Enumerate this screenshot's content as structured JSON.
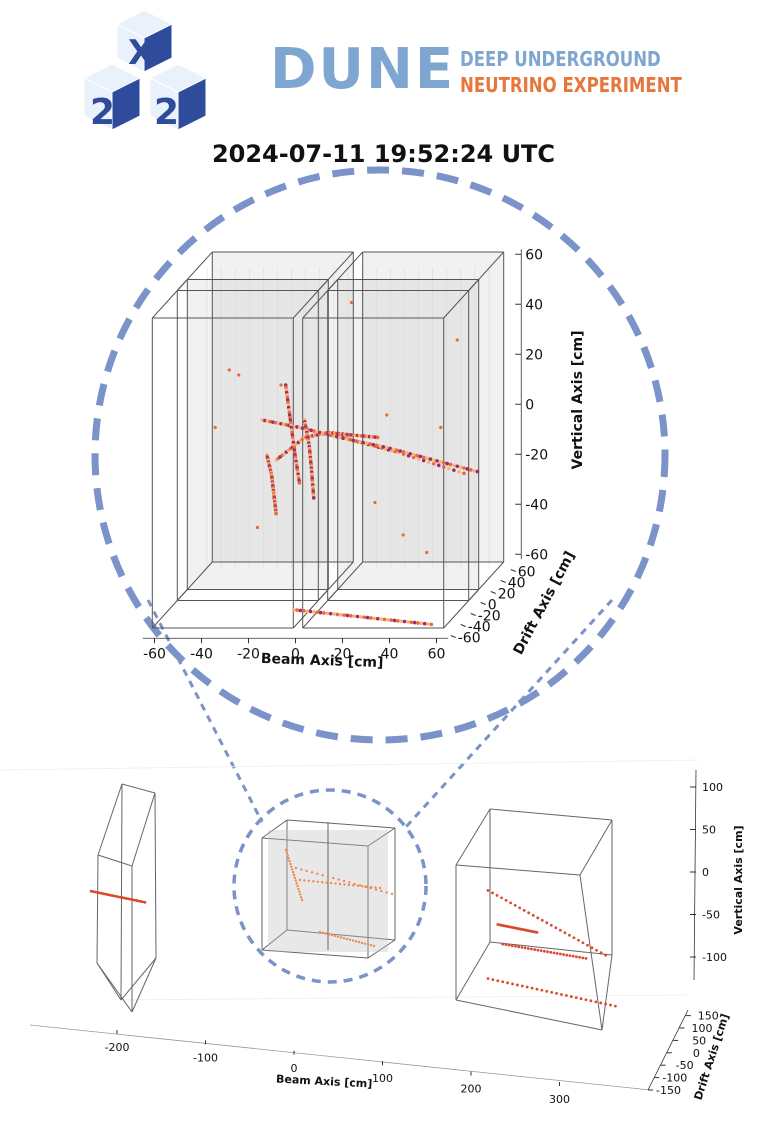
{
  "logos": {
    "x2_letters": [
      "X",
      "2",
      "2"
    ],
    "dune_mark": "DUNE",
    "dune_line1": "DEEP UNDERGROUND",
    "dune_line2": "NEUTRINO EXPERIMENT",
    "colors": {
      "x2_dark": "#2f4b9c",
      "x2_light": "#dbe7f5",
      "dune_blue": "#7ea6d1",
      "dune_orange": "#e8753a"
    }
  },
  "timestamp": "2024-07-11 19:52:24 UTC",
  "chart_data": [
    {
      "type": "scatter",
      "title": "",
      "view": "zoomed 3D event display",
      "xlabel": "Beam Axis [cm]",
      "ylabel": "Drift Axis [cm]",
      "zlabel": "Vertical Axis [cm]",
      "x_ticks": [
        -60,
        -40,
        -20,
        0,
        20,
        40,
        60
      ],
      "y_ticks": [
        -60,
        -40,
        -20,
        0,
        20,
        40,
        60
      ],
      "z_ticks": [
        -60,
        -40,
        -20,
        0,
        20,
        40,
        60
      ],
      "xlim": [
        -65,
        65
      ],
      "ylim": [
        -65,
        65
      ],
      "zlim": [
        -65,
        65
      ],
      "colors": {
        "hit_low": "#f5b577",
        "hit_mid": "#e86a3a",
        "hit_high": "#9b2c6e",
        "frame": "#7b93c8"
      },
      "tracks": [
        {
          "x": [
            -22,
            -10,
            0,
            10,
            30,
            60
          ],
          "y": [
            0,
            0,
            0,
            0,
            0,
            0
          ],
          "z": [
            -8,
            1,
            3,
            0,
            -5,
            -14
          ]
        },
        {
          "x": [
            -28,
            -12,
            5,
            25,
            45,
            65
          ],
          "y": [
            0,
            0,
            0,
            0,
            0,
            0
          ],
          "z": [
            8,
            5,
            1,
            -3,
            -8,
            -13
          ]
        },
        {
          "x": [
            -18,
            -16,
            -14,
            -12
          ],
          "y": [
            0,
            0,
            0,
            0
          ],
          "z": [
            22,
            8,
            -6,
            -18
          ]
        },
        {
          "x": [
            -26,
            -24,
            -23,
            -22
          ],
          "y": [
            0,
            0,
            0,
            0
          ],
          "z": [
            -6,
            -14,
            -22,
            -30
          ]
        },
        {
          "x": [
            -10,
            -8,
            -7,
            -6
          ],
          "y": [
            0,
            0,
            0,
            0
          ],
          "z": [
            8,
            -2,
            -12,
            -24
          ]
        },
        {
          "x": [
            0,
            10,
            22
          ],
          "y": [
            0,
            0,
            0
          ],
          "z": [
            3,
            2,
            1
          ]
        },
        {
          "x": [
            -5,
            15,
            35,
            55
          ],
          "y": [
            -45,
            -45,
            -45,
            -45
          ],
          "z": [
            -58,
            -60,
            -62,
            -64
          ]
        }
      ],
      "isolated_hits": [
        {
          "x": -42,
          "y": 0,
          "z": 28
        },
        {
          "x": -38,
          "y": 0,
          "z": 26
        },
        {
          "x": -20,
          "y": 0,
          "z": 22
        },
        {
          "x": 20,
          "y": 0,
          "z": -25
        },
        {
          "x": 42,
          "y": 0,
          "z": -45
        },
        {
          "x": 55,
          "y": 0,
          "z": 40
        },
        {
          "x": 10,
          "y": 0,
          "z": 55
        },
        {
          "x": -30,
          "y": 0,
          "z": -35
        },
        {
          "x": 25,
          "y": 0,
          "z": 10
        },
        {
          "x": 48,
          "y": 0,
          "z": 5
        },
        {
          "x": -48,
          "y": 0,
          "z": 5
        },
        {
          "x": 32,
          "y": 0,
          "z": -38
        }
      ]
    },
    {
      "type": "scatter",
      "title": "",
      "view": "full detector 3D event display",
      "xlabel": "Beam Axis [cm]",
      "ylabel": "Drift Axis [cm]",
      "zlabel": "Vertical Axis [cm]",
      "x_ticks": [
        -200,
        -100,
        0,
        100,
        200,
        300
      ],
      "y_ticks": [
        -150,
        -100,
        -50,
        0,
        50,
        100,
        150
      ],
      "z_ticks": [
        -100,
        -50,
        0,
        50,
        100
      ],
      "xlim": [
        -260,
        360
      ],
      "ylim": [
        -160,
        160
      ],
      "zlim": [
        -150,
        120
      ],
      "colors": {
        "track": "#d84a2a"
      },
      "tracks": [
        {
          "x": [
            -205,
            -150
          ],
          "y": [
            0,
            0
          ],
          "z": [
            -35,
            -45
          ]
        },
        {
          "x": [
            200,
            320
          ],
          "y": [
            0,
            0
          ],
          "z": [
            -10,
            -80
          ]
        },
        {
          "x": [
            210,
            250
          ],
          "y": [
            0,
            0
          ],
          "z": [
            -50,
            -57
          ]
        },
        {
          "x": [
            215,
            300
          ],
          "y": [
            0,
            0
          ],
          "z": [
            -73,
            -85
          ]
        },
        {
          "x": [
            200,
            330
          ],
          "y": [
            0,
            0
          ],
          "z": [
            -115,
            -140
          ]
        }
      ]
    }
  ]
}
